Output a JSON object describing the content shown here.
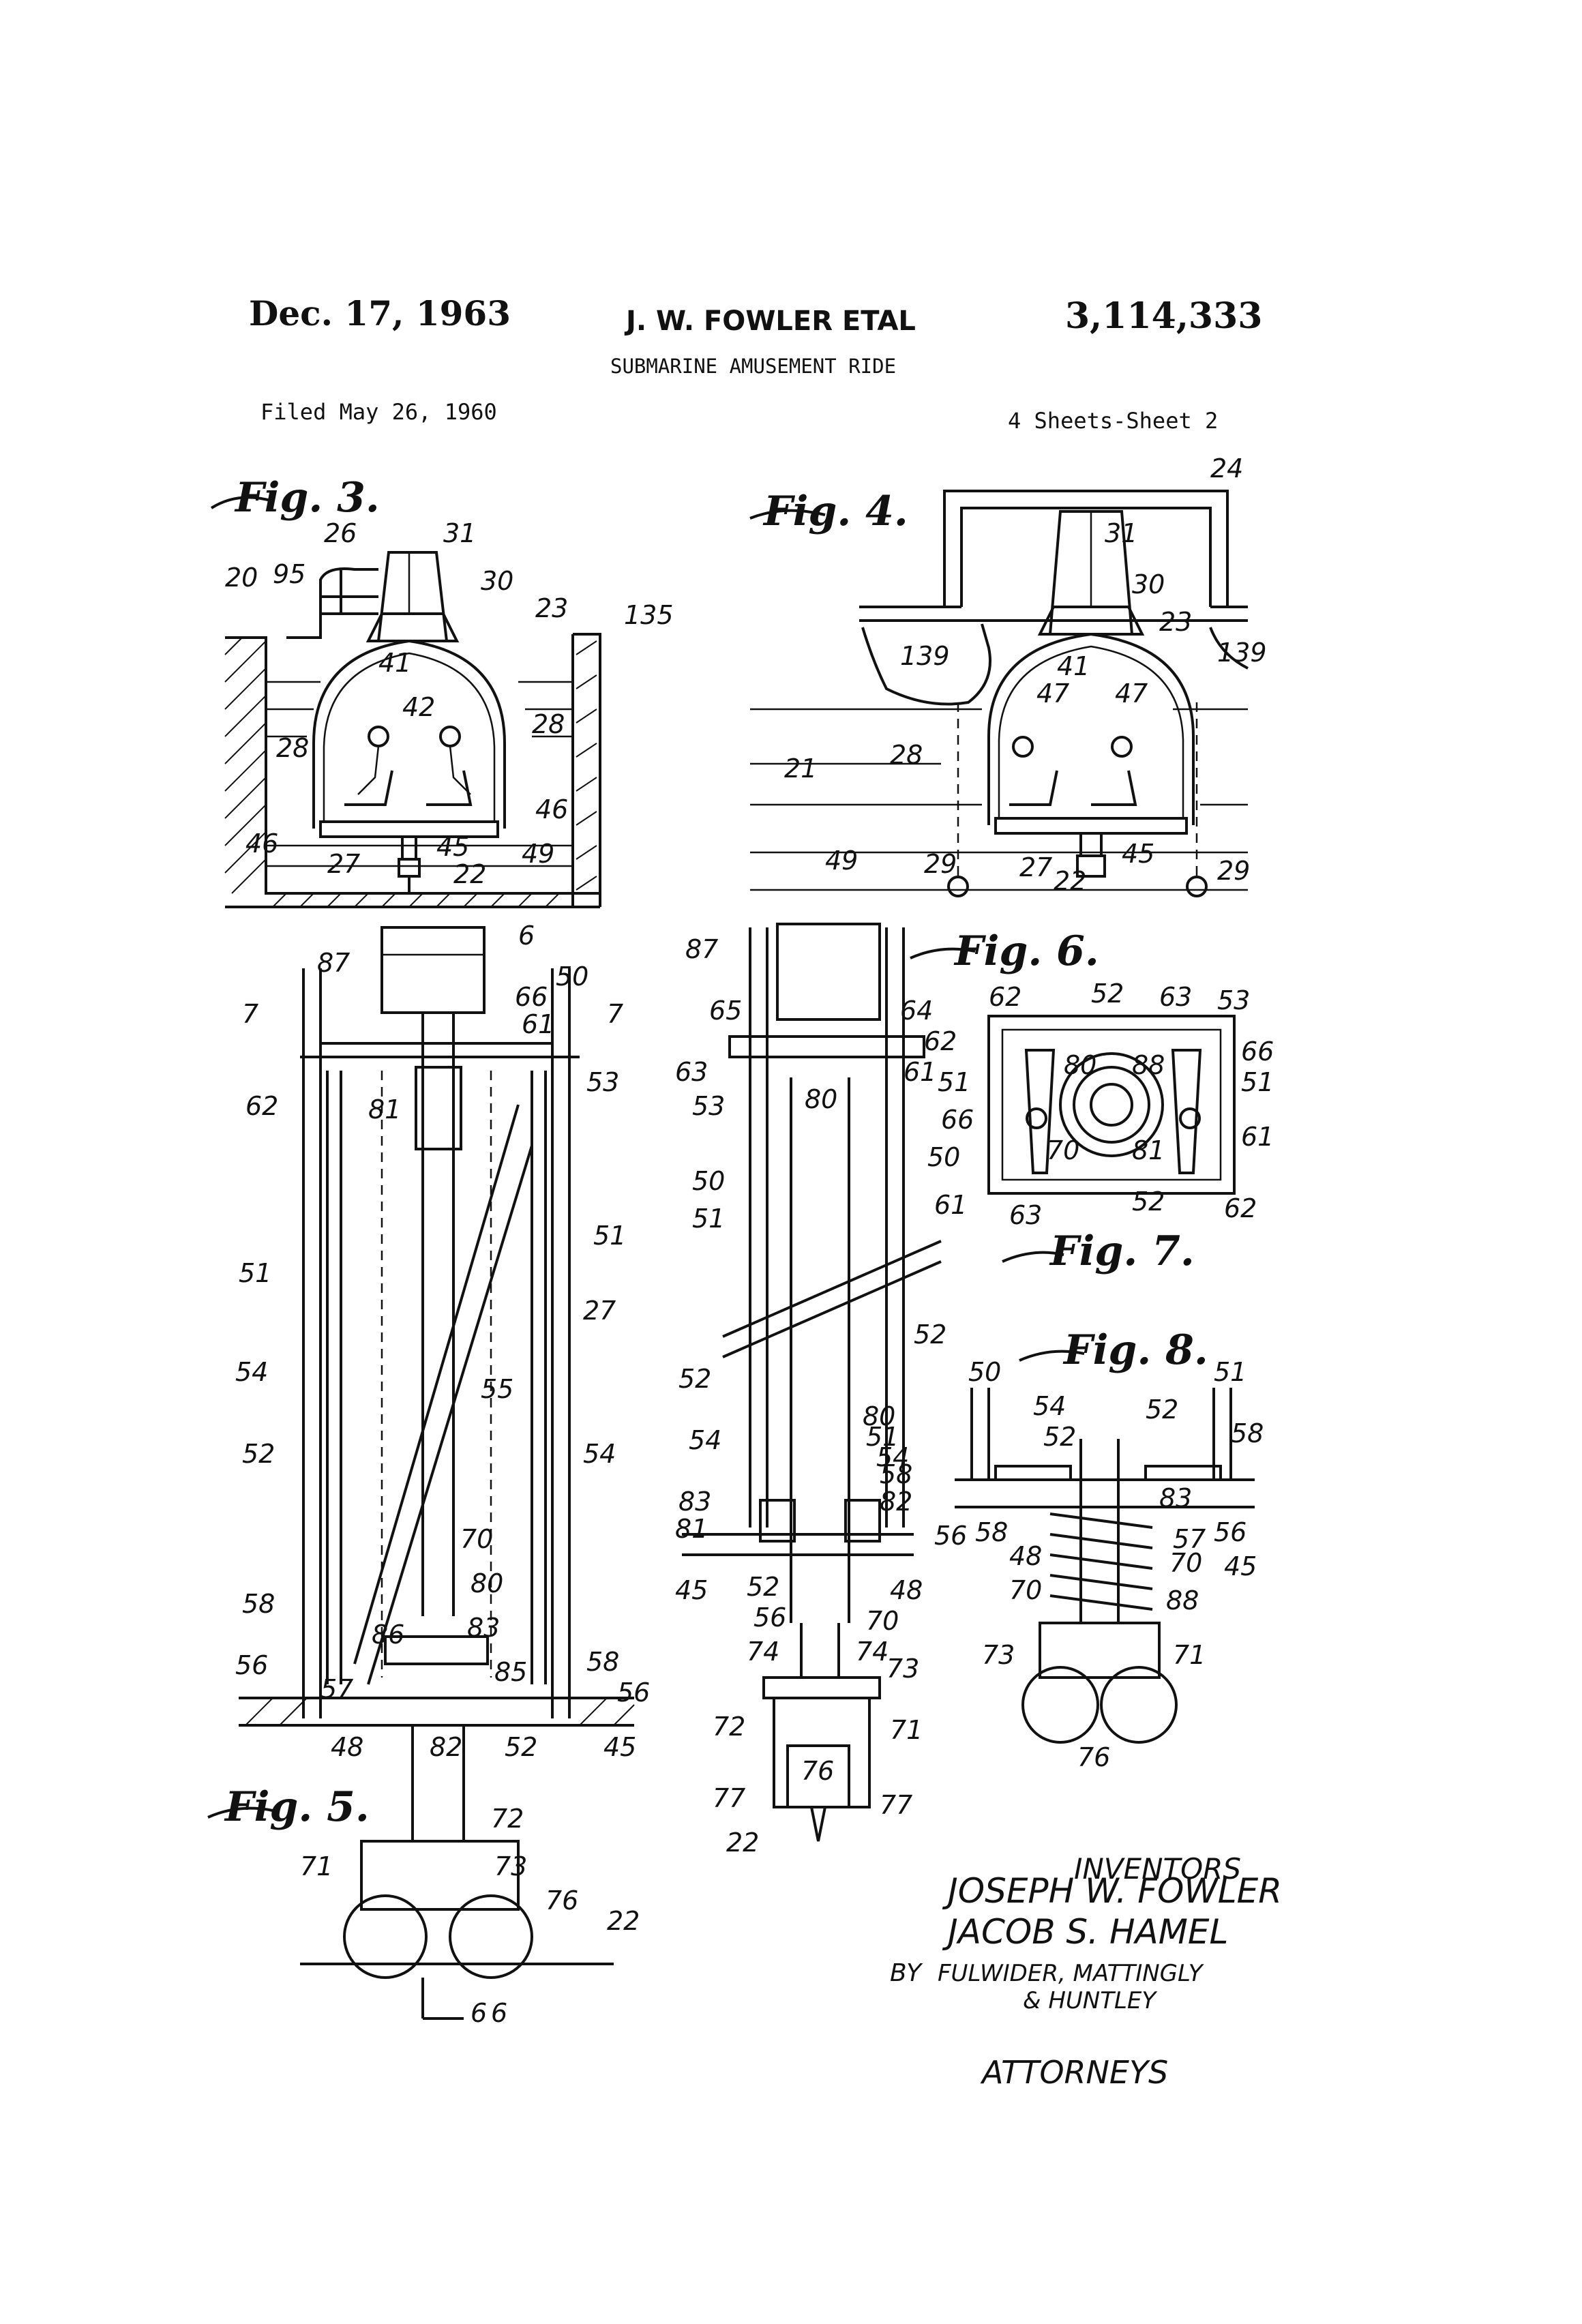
{
  "header": {
    "date": "Dec. 17, 1963",
    "inventor_short": "J. W. FOWLER ETAL",
    "patent_number": "3,114,333",
    "title": "SUBMARINE AMUSEMENT RIDE",
    "filed": "Filed May 26, 1960",
    "sheets": "4 Sheets-Sheet 2"
  },
  "figures": {
    "fig3": "Fig. 3.",
    "fig4": "Fig. 4.",
    "fig5": "Fig. 5.",
    "fig6": "Fig. 6.",
    "fig7": "Fig. 7.",
    "fig8": "Fig. 8."
  },
  "signature": {
    "inventors_label": "INVENTORS",
    "inventor1": "JOSEPH W. FOWLER",
    "inventor2": "JACOB S. HAMEL",
    "by": "BY",
    "firm_line1": "FULWIDER, MATTINGLY",
    "firm_line2": "& HUNTLEY",
    "attorneys": "ATTORNEYS"
  },
  "labels": {
    "fig3": [
      "26",
      "31",
      "20",
      "95",
      "30",
      "23",
      "135",
      "41",
      "42",
      "28",
      "28",
      "46",
      "46",
      "45",
      "27",
      "22",
      "49"
    ],
    "fig4": [
      "24",
      "31",
      "30",
      "23",
      "139",
      "139",
      "41",
      "47",
      "47",
      "21",
      "28",
      "49",
      "29",
      "27",
      "22",
      "45",
      "29"
    ],
    "fig5": [
      "87",
      "6",
      "50",
      "66",
      "7",
      "61",
      "7",
      "62",
      "81",
      "53",
      "51",
      "51",
      "27",
      "54",
      "55",
      "52",
      "54",
      "70",
      "80",
      "58",
      "86",
      "83",
      "85",
      "58",
      "56",
      "57",
      "56",
      "48",
      "82",
      "52",
      "45",
      "72",
      "71",
      "73",
      "76",
      "22",
      "6"
    ],
    "fig6_side": [
      "87",
      "65",
      "64",
      "63",
      "62",
      "53",
      "80",
      "61",
      "50",
      "51",
      "52",
      "52",
      "54",
      "80",
      "51",
      "54",
      "83",
      "58",
      "81",
      "82",
      "45",
      "52",
      "48",
      "56",
      "70",
      "74",
      "74",
      "73",
      "72",
      "71",
      "76",
      "77",
      "77",
      "22"
    ],
    "fig6_plan": [
      "62",
      "52",
      "63",
      "53",
      "80",
      "88",
      "66",
      "51",
      "51",
      "66",
      "61",
      "50",
      "70",
      "81",
      "61",
      "63",
      "52",
      "62"
    ],
    "fig8": [
      "50",
      "54",
      "51",
      "52",
      "52",
      "58",
      "58",
      "83",
      "57",
      "56",
      "56",
      "48",
      "45",
      "70",
      "70",
      "73",
      "88",
      "71",
      "76"
    ]
  }
}
